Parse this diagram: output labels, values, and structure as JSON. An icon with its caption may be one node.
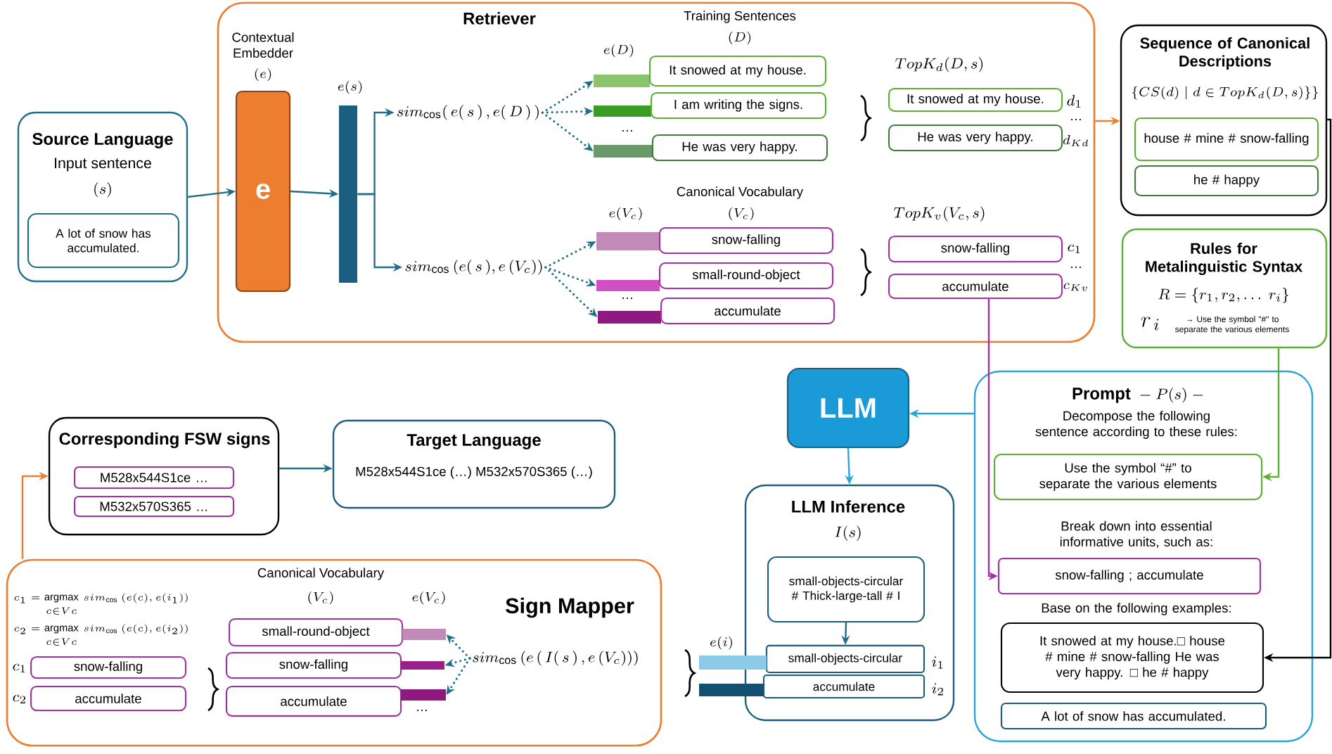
{
  "diagram": {
    "nodes": [
      {
        "text": [
          "Source Language",
          "Input sentence",
          "(s)"
        ]
      },
      {
        "text": [
          "A lot of snow has accumulated."
        ],
        "in": 0
      },
      {
        "text": [
          "Retriever"
        ]
      },
      {
        "text": [
          "e"
        ],
        "beside": [
          "Contextual Embedder",
          "(e)"
        ],
        "in": 2
      },
      {
        "text": [],
        "shape": "bar",
        "beside": [
          "e(s)"
        ],
        "in": 2
      },
      {
        "text": [
          "sim_{\\cos}(\\,e(\\,s\\,)\\,,e(\\,D\\,)\\,)"
        ],
        "in": 2
      },
      {
        "text": [
          "sim_{\\cos}\\left(e(\\,s\\,),e\\left(V_c\\right)\\right)"
        ],
        "in": 2
      },
      {
        "text": [],
        "shape": "bar",
        "in": 2
      },
      {
        "text": [],
        "shape": "bar",
        "in": 2
      },
      {
        "text": [],
        "shape": "bar",
        "in": 2
      },
      {
        "text": [
          "It snowed at my house."
        ],
        "in": 2
      },
      {
        "text": [
          "I am writing the signs."
        ],
        "in": 2
      },
      {
        "text": [
          "He was very happy."
        ],
        "in": 2
      },
      {
        "text": [],
        "shape": "bar",
        "in": 2
      },
      {
        "text": [],
        "shape": "bar",
        "in": 2
      },
      {
        "text": [],
        "shape": "bar",
        "in": 2
      },
      {
        "text": [
          "snow-falling"
        ],
        "in": 2
      },
      {
        "text": [
          "small-round-object"
        ],
        "in": 2
      },
      {
        "text": [
          "accumulate"
        ],
        "in": 2
      },
      {
        "text": [
          "It snowed at my house."
        ],
        "beside": [
          "d_1"
        ],
        "in": 2
      },
      {
        "text": [
          "He was very happy."
        ],
        "beside": [
          "d_{Kd}"
        ],
        "in": 2
      },
      {
        "text": [
          "snow-falling"
        ],
        "beside": [
          "c_1"
        ],
        "in": 2
      },
      {
        "text": [
          "accumulate"
        ],
        "beside": [
          "c_{Kv}"
        ],
        "in": 2
      },
      {
        "text": [
          "Sequence of Canonical Descriptions",
          "\\{CS(d)\\mid d\\in TopK_d(D,s)\\}\\}"
        ]
      },
      {
        "text": [
          "house # mine # snow-falling"
        ],
        "in": 23
      },
      {
        "text": [
          "he # happy"
        ],
        "in": 23
      },
      {
        "text": [
          "Rules for Metalinguistic Syntax",
          "R=\\{r_1,r_2,\\dots\\ r_i\\}",
          "r_{\\,i}",
          "→ Use the symbol \"#\" to separate the various elements"
        ]
      },
      {
        "text": [
          "LLM"
        ]
      },
      {
        "text": [
          "LLM Inference",
          "I(s)"
        ]
      },
      {
        "text": [
          "small-objects-circular # Thick-large-tall # I"
        ],
        "in": 28
      },
      {
        "text": [
          "small-objects-circular"
        ],
        "beside": [
          "i_1"
        ],
        "in": 28
      },
      {
        "text": [
          "accumulate"
        ],
        "beside": [
          "i_2"
        ],
        "in": 28
      },
      {
        "text": [],
        "shape": "bar"
      },
      {
        "text": [],
        "shape": "bar"
      },
      {
        "text": [
          "Prompt",
          "-\\ P(s)\\ -",
          "Decompose the following sentence according to these rules:",
          "Break down into essential informative units, such as:",
          "Base on the following examples:"
        ]
      },
      {
        "text": [
          "Use the symbol “#” to separate the various elements"
        ],
        "in": 34
      },
      {
        "text": [
          "snow-falling ; accumulate"
        ],
        "in": 34
      },
      {
        "text": [
          "It snowed at my house.□ house # mine # snow-falling He was very happy. □ he # happy"
        ],
        "in": 34
      },
      {
        "text": [
          "A lot of snow has accumulated."
        ],
        "in": 34
      },
      {
        "text": [
          "Corresponding FSW signs"
        ]
      },
      {
        "text": [
          "M528x544S1ce …"
        ],
        "in": 39
      },
      {
        "text": [
          "M532x570S365 …"
        ],
        "in": 39
      },
      {
        "text": [
          "Target Language",
          "M528x544S1ce (…) M532x570S365 (…)"
        ]
      },
      {
        "text": [
          "Sign Mapper"
        ]
      },
      {
        "text": [
          "sim_{\\cos}\\left(e\\left(\\,I(\\,s\\,)\\,,e\\left(V_c\\right)\\right)\\right)"
        ],
        "in": 43
      },
      {
        "text": [
          "small-round-object"
        ],
        "in": 43
      },
      {
        "text": [
          "snow-falling"
        ],
        "in": 43
      },
      {
        "text": [
          "accumulate"
        ],
        "in": 43
      },
      {
        "text": [],
        "shape": "bar",
        "in": 43
      },
      {
        "text": [],
        "shape": "bar",
        "in": 43
      },
      {
        "text": [],
        "shape": "bar",
        "in": 43
      },
      {
        "text": [
          "snow-falling"
        ],
        "beside": [
          "c_1"
        ],
        "in": 43
      },
      {
        "text": [
          "accumulate"
        ],
        "beside": [
          "c_2"
        ],
        "in": 43
      }
    ],
    "edges": [
      {
        "from": 0,
        "to": 3,
        "arrow": "to"
      },
      {
        "from": 3,
        "to": 4,
        "arrow": "to"
      },
      {
        "from": 4,
        "to": 5,
        "arrow": "to"
      },
      {
        "from": 4,
        "to": 6,
        "arrow": "to"
      },
      {
        "from": 5,
        "to": 7,
        "arrow": "to",
        "style": "dashed"
      },
      {
        "from": 5,
        "to": 8,
        "arrow": "to",
        "style": "dashed"
      },
      {
        "from": 5,
        "to": 9,
        "arrow": "to",
        "style": "dashed"
      },
      {
        "from": 6,
        "to": 13,
        "arrow": "to",
        "style": "dashed"
      },
      {
        "from": 6,
        "to": 14,
        "arrow": "to",
        "style": "dashed"
      },
      {
        "from": 6,
        "to": 15,
        "arrow": "to",
        "style": "dashed"
      },
      {
        "from": 2,
        "to": 23,
        "arrow": "to",
        "color": "#ed7d31"
      },
      {
        "from": 23,
        "to": 37,
        "arrow": "to",
        "color": "#000000"
      },
      {
        "from": 26,
        "to": 35,
        "arrow": "to",
        "color": "#5ab031"
      },
      {
        "from": 22,
        "to": 36,
        "arrow": "to",
        "color": "#a52fa5"
      },
      {
        "from": 34,
        "to": 27,
        "arrow": "to",
        "color": "#29a3dc"
      },
      {
        "from": 27,
        "to": 28,
        "arrow": "to",
        "color": "#29a3dc"
      },
      {
        "from": 29,
        "to": 30,
        "arrow": "to"
      },
      {
        "from": 39,
        "to": 42,
        "arrow": "to"
      },
      {
        "from": 43,
        "to": 39,
        "arrow": "to",
        "color": "#ed7d31"
      },
      {
        "from": 44,
        "to": 48,
        "arrow": "to",
        "style": "dashed"
      },
      {
        "from": 44,
        "to": 49,
        "arrow": "to",
        "style": "dashed"
      },
      {
        "from": 44,
        "to": 50,
        "arrow": "to",
        "style": "dashed"
      }
    ],
    "labels": [
      "Training Sentences",
      "(D)",
      "e(D)",
      "…",
      "Canonical Vocabulary",
      "(V_c)",
      "e(V_c)",
      "…",
      "TopK_d(D,s)",
      "…",
      "TopK_v(V_c,s)",
      "…",
      "Canonical Vocabulary",
      "(V_c)",
      "e(V_c)",
      "c_1=\\mathop{\\mathrm{argmax}}\\limits_{c\\in Vc}\\,sim_{\\cos}\\ (e(c),e(i_1))",
      "c_2=\\mathop{\\mathrm{argmax}}\\limits_{c\\in Vc}\\,sim_{\\cos}\\ (e(c),e(i_2))",
      "…",
      "e(i)"
    ]
  }
}
